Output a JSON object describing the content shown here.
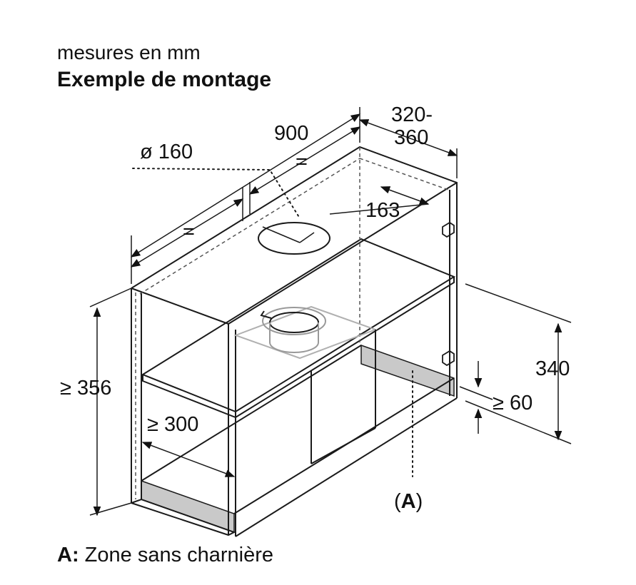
{
  "header": {
    "units": "mesures en mm",
    "title": "Exemple de montage"
  },
  "dimensions": {
    "width": "900",
    "equal_left": "=",
    "equal_right": "=",
    "depth": "320-\n360",
    "depth_line1": "320-",
    "depth_line2": "360",
    "diameter": "ø 160",
    "offset": "163",
    "height_cabinet": "≥ 356",
    "height_hood": "340",
    "gap": "≥ 60",
    "shelf_depth": "≥ 300"
  },
  "callout": {
    "label": "(A)",
    "letter": "A"
  },
  "legend": {
    "key": "A:",
    "text": "Zone sans charnière"
  },
  "colors": {
    "line": "#1a1a1a",
    "hidden_line": "#555555",
    "zone_fill": "#c9c9c9",
    "hood_line": "#b0b0b0"
  }
}
